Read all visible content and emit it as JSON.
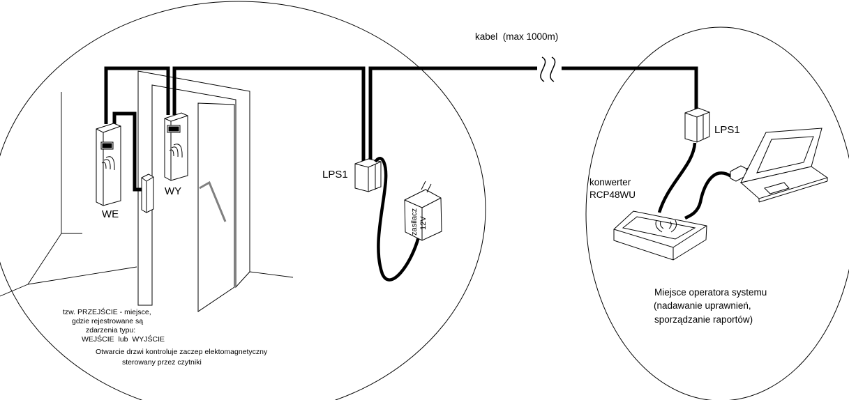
{
  "labels": {
    "cable": "kabel  (max 1000m)",
    "reader_in": "WE",
    "reader_out": "WY",
    "lps_left": "LPS1",
    "lps_right": "LPS1",
    "psu_line1": "zasilacz",
    "psu_line2": "12V",
    "converter_line1": "konwerter",
    "converter_line2": "RCP48WU"
  },
  "description_lines": [
    "tzw. PRZEJŚCIE - miejsce,",
    "gdzie rejestrowane są",
    "zdarzenia typu:",
    "WEJŚCIE  lub  WYJŚCIE",
    "Otwarcie drzwi kontroluje zaczep elektomagnetyczny",
    "sterowany przez czytniki"
  ],
  "operator_lines": [
    "Miejsce operatora systemu",
    "(nadawanie uprawnień,",
    "sporządzanie raportów)"
  ],
  "colors": {
    "ink": "#000000",
    "door_handle": "#808080",
    "fill": "#ffffff"
  }
}
